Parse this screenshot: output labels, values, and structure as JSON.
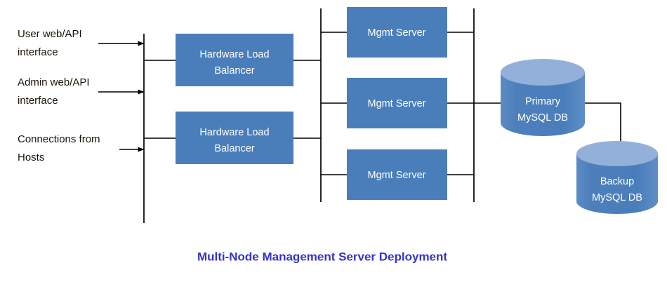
{
  "diagram": {
    "caption": "Multi-Node Management Server Deployment",
    "caption_color": "#3333cc",
    "background_color": "#ffffff",
    "node_fill_color": "#4a7ebb",
    "cylinder_body_color": "#4a7ebb",
    "cylinder_top_color": "#93b0d8",
    "line_color": "#000000",
    "node_label_color": "#ffffff",
    "input_label_color": "#1a1208"
  },
  "inputs": [
    {
      "id": "user-web-api",
      "line1": "User web/API",
      "line2": "interface"
    },
    {
      "id": "admin-web-api",
      "line1": "Admin web/API",
      "line2": "interface"
    },
    {
      "id": "connections-from-hosts",
      "line1": "Connections from",
      "line2": "Hosts"
    }
  ],
  "load_balancers": [
    {
      "id": "load-balancer-1",
      "line1": "Hardware Load",
      "line2": "Balancer"
    },
    {
      "id": "load-balancer-2",
      "line1": "Hardware Load",
      "line2": "Balancer"
    }
  ],
  "mgmt_servers": [
    {
      "id": "mgmt-server-1",
      "label": "Mgmt Server"
    },
    {
      "id": "mgmt-server-2",
      "label": "Mgmt Server"
    },
    {
      "id": "mgmt-server-3",
      "label": "Mgmt Server"
    }
  ],
  "databases": [
    {
      "id": "primary-db",
      "line1": "Primary",
      "line2": "MySQL DB"
    },
    {
      "id": "backup-db",
      "line1": "Backup",
      "line2": "MySQL DB"
    }
  ]
}
